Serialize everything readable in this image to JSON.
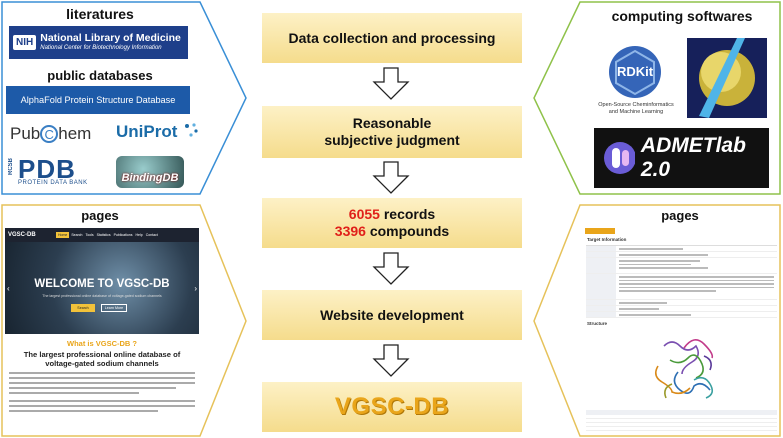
{
  "left_top": {
    "title_literature": "literatures",
    "nih": {
      "abbr": "NIH",
      "line1": "National Library of Medicine",
      "line2": "National Center for Biotechnology Information"
    },
    "title_databases": "public databases",
    "alphafold": "AlphaFold Protein Structure Database",
    "pubchem": {
      "pre": "Pub",
      "c": "C",
      "post": "hem"
    },
    "uniprot": "UniProt",
    "pdb": {
      "rcsb": "RCSB",
      "main": "PDB",
      "sub": "PROTEIN DATA BANK"
    },
    "bindingdb": "BindingDB"
  },
  "right_top": {
    "title": "computing softwares",
    "rdkit": {
      "name": "RDKit",
      "line1": "Open-Source Cheminformatics",
      "line2": "and Machine Learning"
    },
    "admetlab": "ADMETlab 2.0"
  },
  "flow": {
    "step1": "Data collection and processing",
    "step2_l1": "Reasonable",
    "step2_l2": "subjective judgment",
    "step3_num1": "6055",
    "step3_txt1": " records",
    "step3_num2": "3396",
    "step3_txt2": " compounds",
    "step4": "Website development",
    "step5": "VGSC-DB"
  },
  "left_bottom": {
    "title": "pages",
    "site_logo": "VGSC-DB",
    "nav": [
      "Home",
      "Search",
      "Tools",
      "Statistics",
      "Publications",
      "Help",
      "Contact"
    ],
    "banner_title": "WELCOME TO VGSC-DB",
    "banner_sub": "The largest professional online database of voltage-gated sodium channels",
    "btn1": "Search",
    "btn2": "Learn More",
    "what_is": "What is VGSC-DB ?",
    "headline": "The largest professional online database of voltage-gated sodium channels"
  },
  "right_bottom": {
    "title": "pages",
    "section_target": "Target Information",
    "section_structure": "Structure"
  },
  "colors": {
    "blue_border": "#3a8fd6",
    "green_border": "#8fc24a",
    "gold_border": "#e6c25a",
    "flow_fill": "#f8e4a0",
    "red_number": "#e0201a",
    "vgsc_gold": "#e9a51a"
  }
}
